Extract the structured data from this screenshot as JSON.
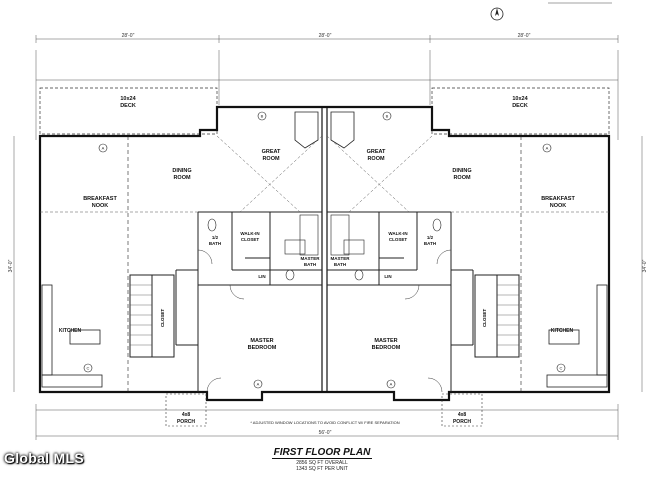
{
  "plan": {
    "title": "FIRST FLOOR PLAN",
    "subtitle_lines": [
      "2856 SQ FT OVERALL",
      "1343 SQ FT PER UNIT"
    ],
    "watermark": "Global MLS",
    "rooms": {
      "deck_left": [
        "10x24",
        "DECK"
      ],
      "deck_right": [
        "10x24",
        "DECK"
      ],
      "great_room_left": [
        "GREAT",
        "ROOM"
      ],
      "great_room_right": [
        "GREAT",
        "ROOM"
      ],
      "dining_left": [
        "DINING",
        "ROOM"
      ],
      "dining_right": [
        "DINING",
        "ROOM"
      ],
      "breakfast_left": [
        "BREAKFAST",
        "NOOK"
      ],
      "breakfast_right": [
        "BREAKFAST",
        "NOOK"
      ],
      "half_bath_left": [
        "1/2",
        "BATH"
      ],
      "half_bath_right": [
        "1/2",
        "BATH"
      ],
      "walkin_left": [
        "WALK-IN",
        "CLOSET"
      ],
      "walkin_right": [
        "WALK-IN",
        "CLOSET"
      ],
      "master_bath_left": [
        "MASTER",
        "BATH"
      ],
      "master_bath_right": [
        "MASTER",
        "BATH"
      ],
      "lin_left": "LIN",
      "lin_right": "LIN",
      "kitchen_left": "KITCHEN",
      "kitchen_right": "KITCHEN",
      "closet_left": "CLOSET",
      "closet_right": "CLOSET",
      "master_bed_left": [
        "MASTER",
        "BEDROOM"
      ],
      "master_bed_right": [
        "MASTER",
        "BEDROOM"
      ],
      "porch_left": [
        "4x8",
        "PORCH"
      ],
      "porch_right": [
        "4x8",
        "PORCH"
      ]
    },
    "dimensions": {
      "top_left": "28'-0\"",
      "top_center": "28'-0\"",
      "top_right": "28'-0\"",
      "bottom_overall": "56'-0\"",
      "side_left": "34'-0\"",
      "side_right": "34'-0\""
    },
    "notes": {
      "bottom_center": "* ADJUSTED WINDOW LOCATIONS TO AVOID CONFLICT W/ FIRE SEPARATION"
    },
    "markers": [
      "A",
      "B",
      "C"
    ]
  }
}
